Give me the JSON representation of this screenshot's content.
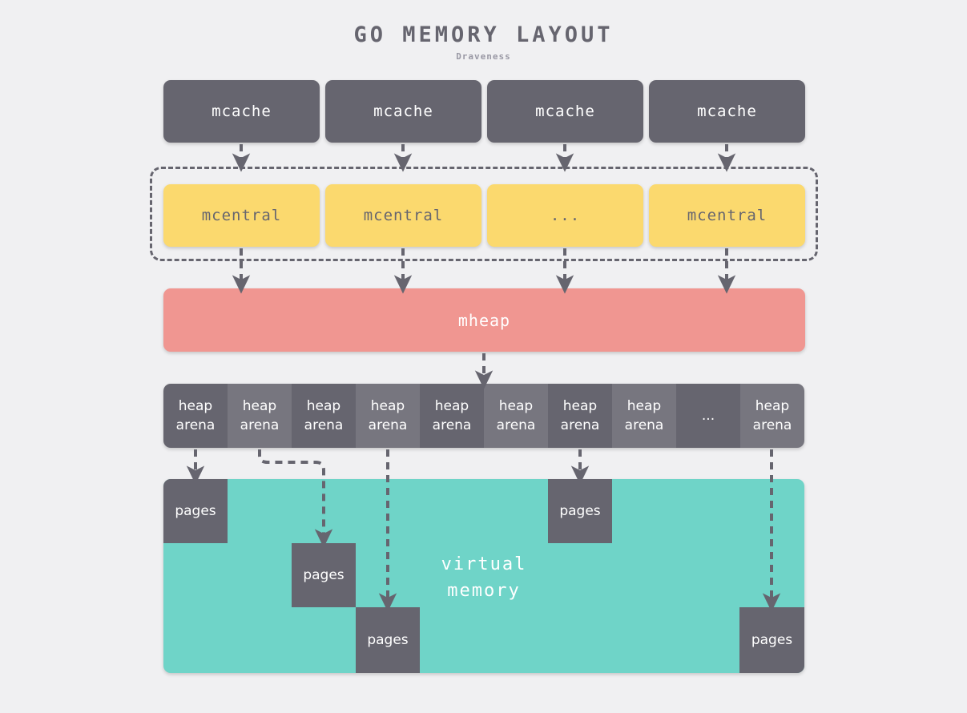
{
  "header": {
    "title": "GO MEMORY LAYOUT",
    "subtitle": "Draveness"
  },
  "colors": {
    "background": "#f0f0f2",
    "dark_gray": "#66656f",
    "light_gray": "#77767f",
    "yellow": "#fbd96e",
    "salmon": "#f09691",
    "teal": "#6fd4c8",
    "white": "#ffffff",
    "subtitle_gray": "#9a99a5"
  },
  "rows": {
    "mcache": {
      "label": "mcache row",
      "boxes": [
        {
          "label": "mcache"
        },
        {
          "label": "mcache"
        },
        {
          "label": "mcache"
        },
        {
          "label": "mcache"
        }
      ]
    },
    "mcentral": {
      "label": "mcentral group",
      "boxes": [
        {
          "label": "mcentral"
        },
        {
          "label": "mcentral"
        },
        {
          "label": "..."
        },
        {
          "label": "mcentral"
        }
      ]
    },
    "mheap": {
      "label": "mheap"
    },
    "heap_arena": {
      "cells": [
        {
          "line1": "heap",
          "line2": "arena"
        },
        {
          "line1": "heap",
          "line2": "arena"
        },
        {
          "line1": "heap",
          "line2": "arena"
        },
        {
          "line1": "heap",
          "line2": "arena"
        },
        {
          "line1": "heap",
          "line2": "arena"
        },
        {
          "line1": "heap",
          "line2": "arena"
        },
        {
          "line1": "heap",
          "line2": "arena"
        },
        {
          "line1": "heap",
          "line2": "arena"
        },
        {
          "line1": "...",
          "line2": ""
        },
        {
          "line1": "heap",
          "line2": "arena"
        }
      ]
    },
    "virtual_memory": {
      "label_line1": "virtual",
      "label_line2": "memory",
      "pages": [
        {
          "label": "pages"
        },
        {
          "label": "pages"
        },
        {
          "label": "pages"
        },
        {
          "label": "pages"
        },
        {
          "label": "pages"
        }
      ]
    }
  }
}
